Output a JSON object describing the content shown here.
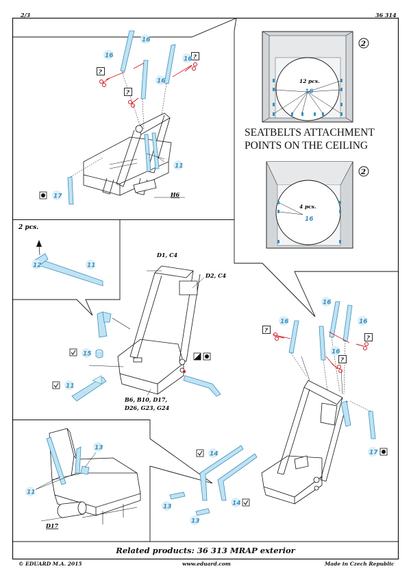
{
  "header": {
    "page": "2/3",
    "code": "36 314"
  },
  "ceiling": {
    "title_line1": "SEATBELTS ATTACHMENT",
    "title_line2": "POINTS ON THE CEILING",
    "step": "2",
    "top_qty": "12 pcs.",
    "bottom_qty": "4 pcs."
  },
  "parts": {
    "p11": "11",
    "p12": "12",
    "p13": "13",
    "p14": "14",
    "p15": "15",
    "p16": "16",
    "p17": "17",
    "unknown": "?"
  },
  "labels": {
    "h6": "H6",
    "two_pcs": "2 pcs.",
    "d1c4": "D1, C4",
    "d2c4": "D2, C4",
    "b6_line1": "B6, B10, D17,",
    "b6_line2": "D26, G23, G24",
    "d17": "D17"
  },
  "footer": {
    "related": "Related products: 36 313 MRAP exterior",
    "copyright": "© EDUARD  M.A. 2015",
    "url": "www.eduard.com",
    "made": "Made in Czech Republic"
  }
}
